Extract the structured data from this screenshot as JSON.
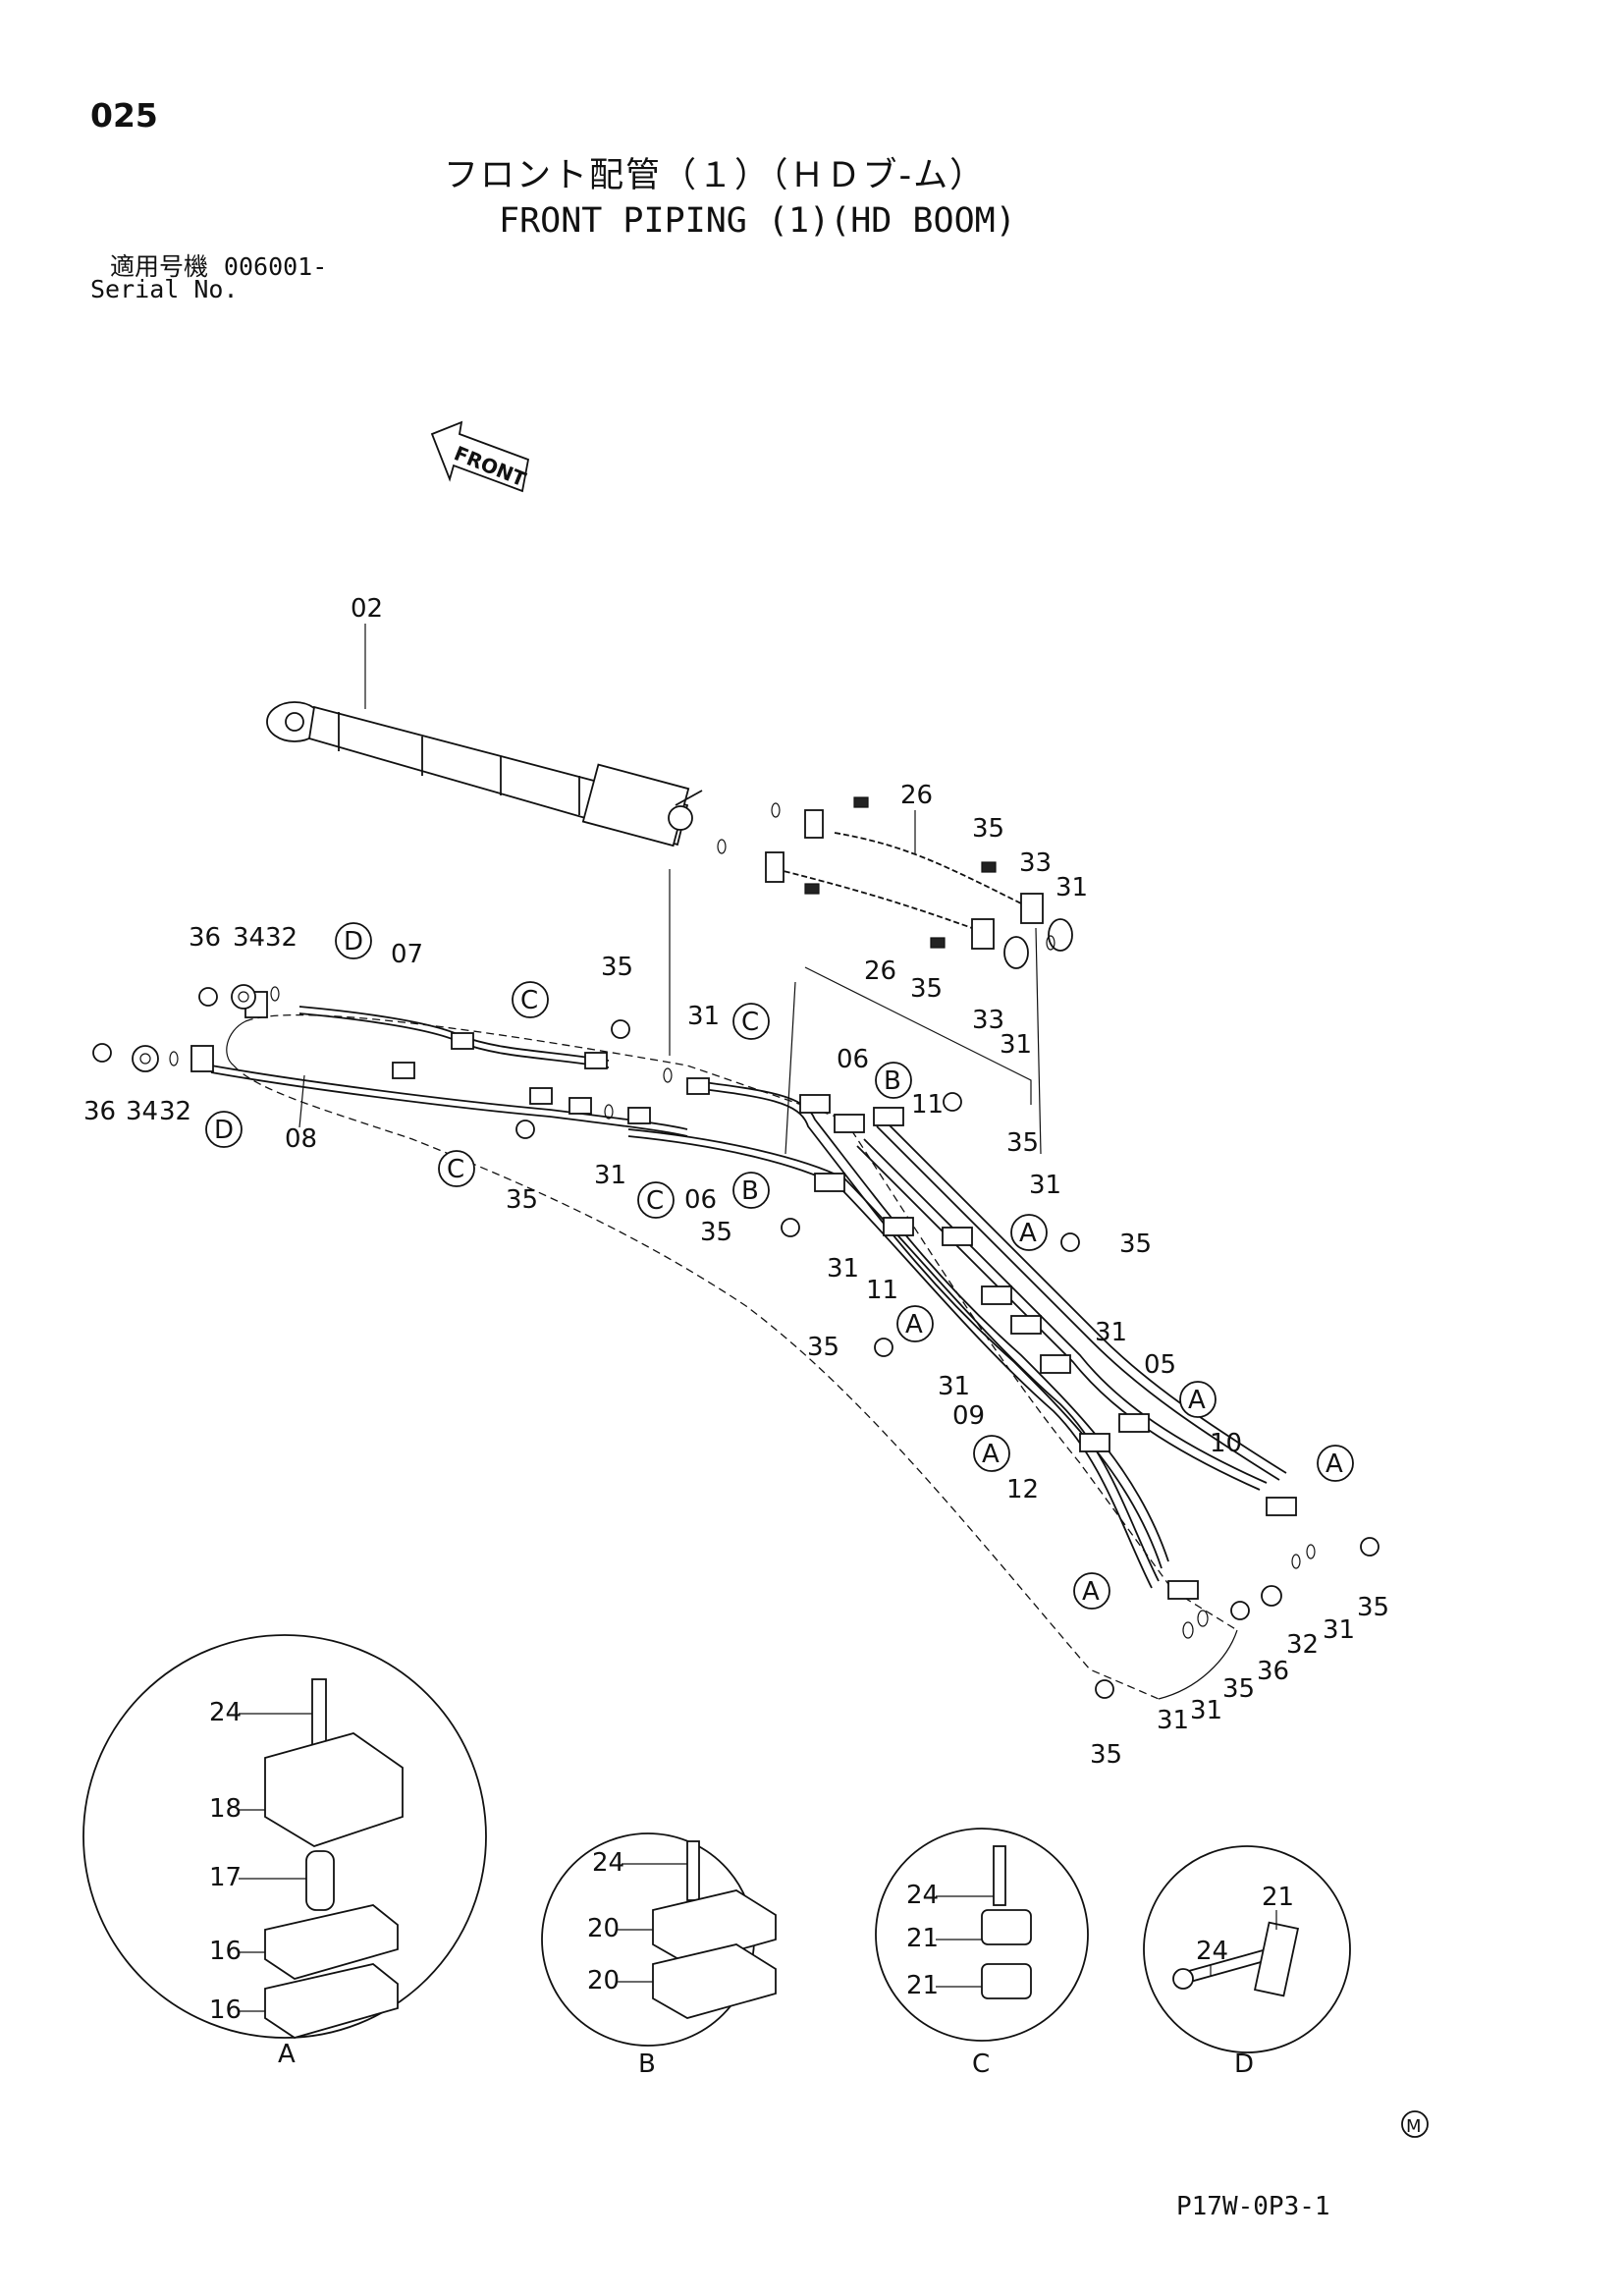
{
  "page_number": "025",
  "title_jp": "フロント配管（１）（ＨＤブ-ム）",
  "title_en": "FRONT PIPING (1)(HD BOOM)",
  "serial_label_jp": "適用号機",
  "serial_value": "006001-",
  "serial_label_en": "Serial No.",
  "direction_label": "FRONT",
  "drawing_code": "P17W-0P3-1",
  "mark_symbol": "M",
  "callouts": {
    "c02": "02",
    "c26a": "26",
    "c35a": "35",
    "c33a": "33",
    "c31a": "31",
    "c26b": "26",
    "c35b": "35",
    "c33b": "33",
    "c31b": "31",
    "c36a": "36",
    "c34a": "34",
    "c32a": "32",
    "c07": "07",
    "c35c": "35",
    "c31c": "31",
    "c36b": "36",
    "c34b": "34",
    "c32b": "32",
    "c08": "08",
    "c35d": "35",
    "c31d": "31",
    "c06a": "06",
    "c06b": "06",
    "c11a": "11",
    "c35e": "35",
    "c31e": "31",
    "c35f": "35",
    "c31f": "31",
    "c11b": "11",
    "c35g": "35",
    "c31g": "31",
    "c05": "05",
    "c31h": "31",
    "c09": "09",
    "c10": "10",
    "c12": "12",
    "c35h": "35",
    "c31i": "31",
    "c32c": "32",
    "c36c": "36",
    "c35i": "35",
    "c31j": "31",
    "c31k": "31",
    "c35j": "35"
  },
  "detail_refs": [
    "A",
    "B",
    "C",
    "D"
  ],
  "details": {
    "A": {
      "label": "A",
      "parts": [
        "24",
        "18",
        "17",
        "16",
        "16"
      ]
    },
    "B": {
      "label": "B",
      "parts": [
        "24",
        "20",
        "20"
      ]
    },
    "C": {
      "label": "C",
      "parts": [
        "24",
        "21",
        "21"
      ]
    },
    "D": {
      "label": "D",
      "parts": [
        "24",
        "21"
      ]
    }
  }
}
